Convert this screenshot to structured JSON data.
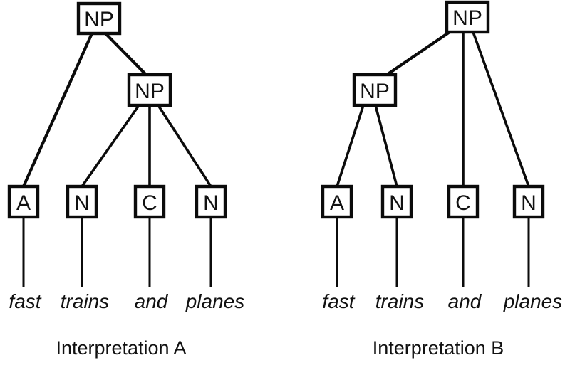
{
  "figure": {
    "type": "syntax-tree-pair",
    "background_color": "#ffffff",
    "line_color": "#0b0b0b",
    "text_color": "#111111"
  },
  "trees": [
    {
      "id": "tree-a",
      "caption": "Interpretation A",
      "nodes": {
        "root": "NP",
        "inner": "NP",
        "leaf_1": "A",
        "leaf_2": "N",
        "leaf_3": "C",
        "leaf_4": "N"
      },
      "words": {
        "word_1": "fast",
        "word_2": "trains",
        "word_3": "and",
        "word_4": "planes"
      }
    },
    {
      "id": "tree-b",
      "caption": "Interpretation B",
      "nodes": {
        "root": "NP",
        "inner": "NP",
        "leaf_1": "A",
        "leaf_2": "N",
        "leaf_3": "C",
        "leaf_4": "N"
      },
      "words": {
        "word_1": "fast",
        "word_2": "trains",
        "word_3": "and",
        "word_4": "planes"
      }
    }
  ]
}
